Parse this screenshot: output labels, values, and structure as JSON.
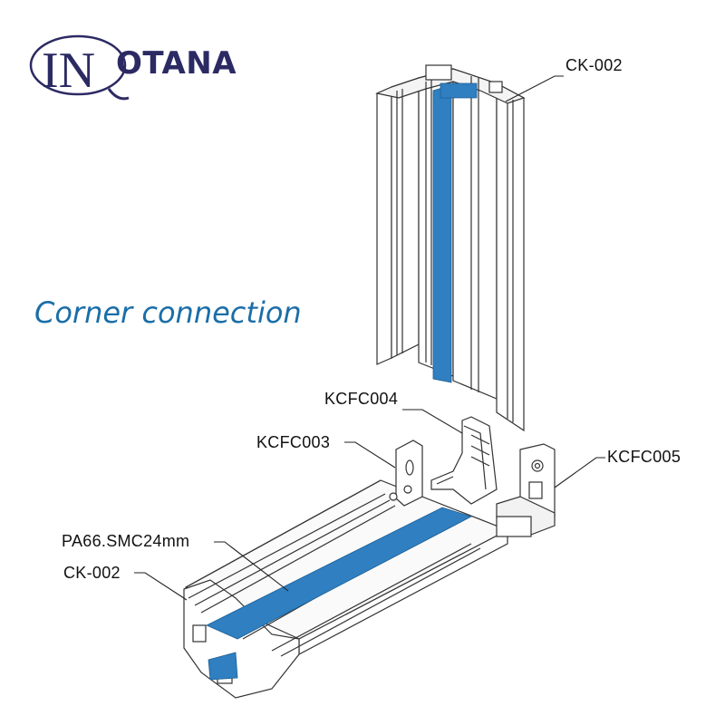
{
  "brand": {
    "logo_text": "OTANA",
    "logo_mark": "IN",
    "primary_color": "#2c2a63"
  },
  "title": "Corner connection",
  "colors": {
    "accent_blue": "#2f7fc1",
    "title_blue": "#1a6ea8",
    "line": "#333333"
  },
  "callouts": {
    "ck_top": "CK-002",
    "kcfc004": "KCFC004",
    "kcfc003": "KCFC003",
    "kcfc005": "KCFC005",
    "pa66": "PA66.SMC24mm",
    "ck_bottom": "CK-002"
  }
}
